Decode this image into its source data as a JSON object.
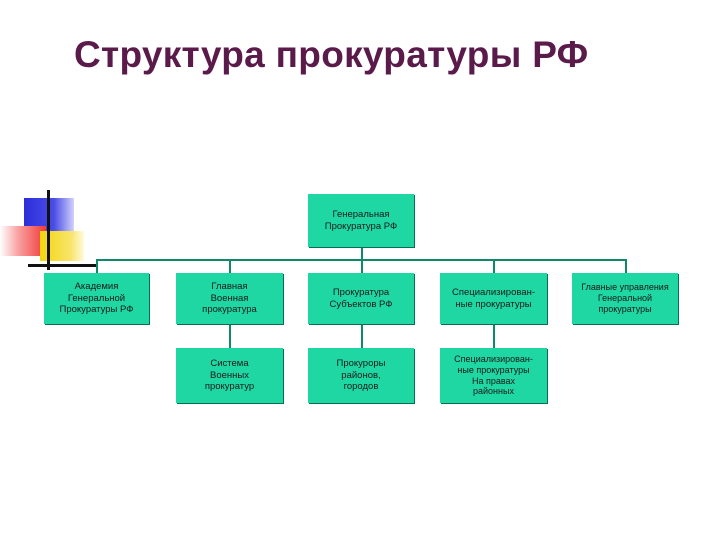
{
  "title": "Структура прокуратуры РФ",
  "nodes": {
    "root": "Генеральная\nПрокуратура РФ",
    "academy": "Академия\nГенеральной\nПрокуратуры РФ",
    "military_main": "Главная\nВоенная\nпрокуратура",
    "subjects": "Прокуратура\nСубъектов РФ",
    "specialized": "Специализирован-\nные прокуратуры",
    "main_departments": "Главные управления\nГенеральной\nпрокуратуры",
    "military_system": "Система\nВоенных\nпрокуратур",
    "district": "Прокуроры\nрайонов,\nгородов",
    "specialized_district": "Специализирован-\nные прокуратуры\nНа правах\nрайонных"
  },
  "colors": {
    "title": "#5a1a4a",
    "box_fill": "#1fd7a3",
    "connector": "#0e8a68"
  }
}
